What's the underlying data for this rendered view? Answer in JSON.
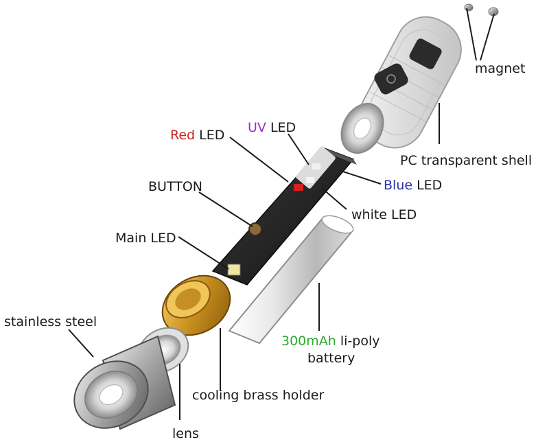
{
  "labels": {
    "magnet": "magnet",
    "pc_shell": "PC transparent shell",
    "red_led_prefix": "Red",
    "red_led_suffix": " LED",
    "uv_led_prefix": "UV",
    "uv_led_suffix": " LED",
    "blue_led_prefix": "Blue",
    "blue_led_suffix": " LED",
    "white_led": "white LED",
    "button": "BUTTON",
    "main_led": "Main LED",
    "battery_capacity": "300mAh",
    "battery_type": " li-poly",
    "battery_line2": "battery",
    "stainless_steel": "stainless steel",
    "cooling_brass_holder": "cooling brass holder",
    "lens": "lens"
  },
  "colors": {
    "red": "#d32020",
    "uv": "#9a2fc7",
    "blue": "#2a2fa8",
    "green": "#2ea82e",
    "text": "#1a1a1a"
  }
}
